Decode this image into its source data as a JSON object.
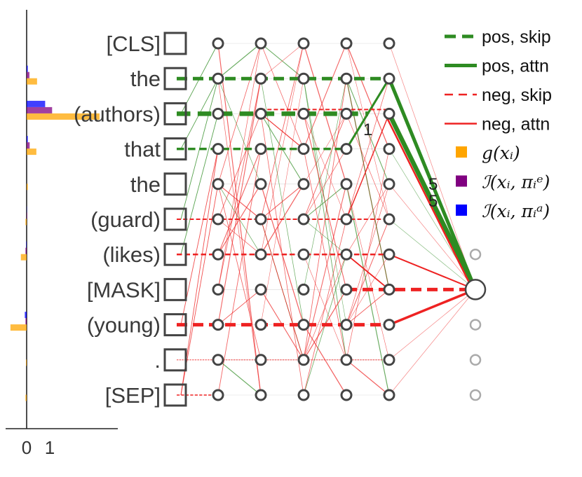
{
  "tokens": [
    "[CLS]",
    "the",
    "(authors)",
    "that",
    "the",
    "(guard)",
    "(likes)",
    "[MASK]",
    "(young)",
    ".",
    "[SEP]"
  ],
  "layers": 6,
  "target_index": 7,
  "colors": {
    "pos": "#2e8b22",
    "neg": "#ee2222",
    "g": "#ffa500",
    "ie": "#800080",
    "ia": "#0000ff",
    "node": "#444444",
    "node_faded": "#aaaaaa"
  },
  "legend": [
    {
      "key": "pos-skip",
      "label": "pos, skip",
      "style": "dashed",
      "color": "pos"
    },
    {
      "key": "pos-attn",
      "label": "pos, attn",
      "style": "solid",
      "color": "pos"
    },
    {
      "key": "neg-skip",
      "label": "neg, skip",
      "style": "dashed",
      "color": "neg"
    },
    {
      "key": "neg-attn",
      "label": "neg, attn",
      "style": "solid",
      "color": "neg"
    },
    {
      "key": "g",
      "label": "g(xᵢ)",
      "style": "square",
      "color": "g"
    },
    {
      "key": "ie",
      "label": "ℐ(xᵢ, πᵢᵉ)",
      "style": "square",
      "color": "ie"
    },
    {
      "key": "ia",
      "label": "ℐ(xᵢ, πᵢᵃ)",
      "style": "square",
      "color": "ia"
    }
  ],
  "edge_labels": [
    "1",
    "5",
    "5"
  ],
  "chart_data": {
    "type": "bar",
    "orientation": "horizontal",
    "categories": [
      "[CLS]",
      "the",
      "(authors)",
      "that",
      "the",
      "(guard)",
      "(likes)",
      "[MASK]",
      "(young)",
      ".",
      "[SEP]"
    ],
    "series": [
      {
        "name": "g",
        "values": [
          0.0,
          0.45,
          3.15,
          0.42,
          0.05,
          -0.05,
          -0.25,
          0.0,
          -0.7,
          -0.03,
          -0.05
        ]
      },
      {
        "name": "ie",
        "values": [
          0.0,
          0.12,
          1.1,
          0.13,
          0.0,
          0.02,
          -0.05,
          0.0,
          -0.05,
          0.0,
          0.0
        ]
      },
      {
        "name": "ia",
        "values": [
          0.0,
          0.05,
          0.8,
          0.05,
          0.0,
          0.01,
          -0.02,
          0.0,
          -0.08,
          0.0,
          0.0
        ]
      }
    ],
    "xticks": [
      "0",
      "1"
    ]
  }
}
